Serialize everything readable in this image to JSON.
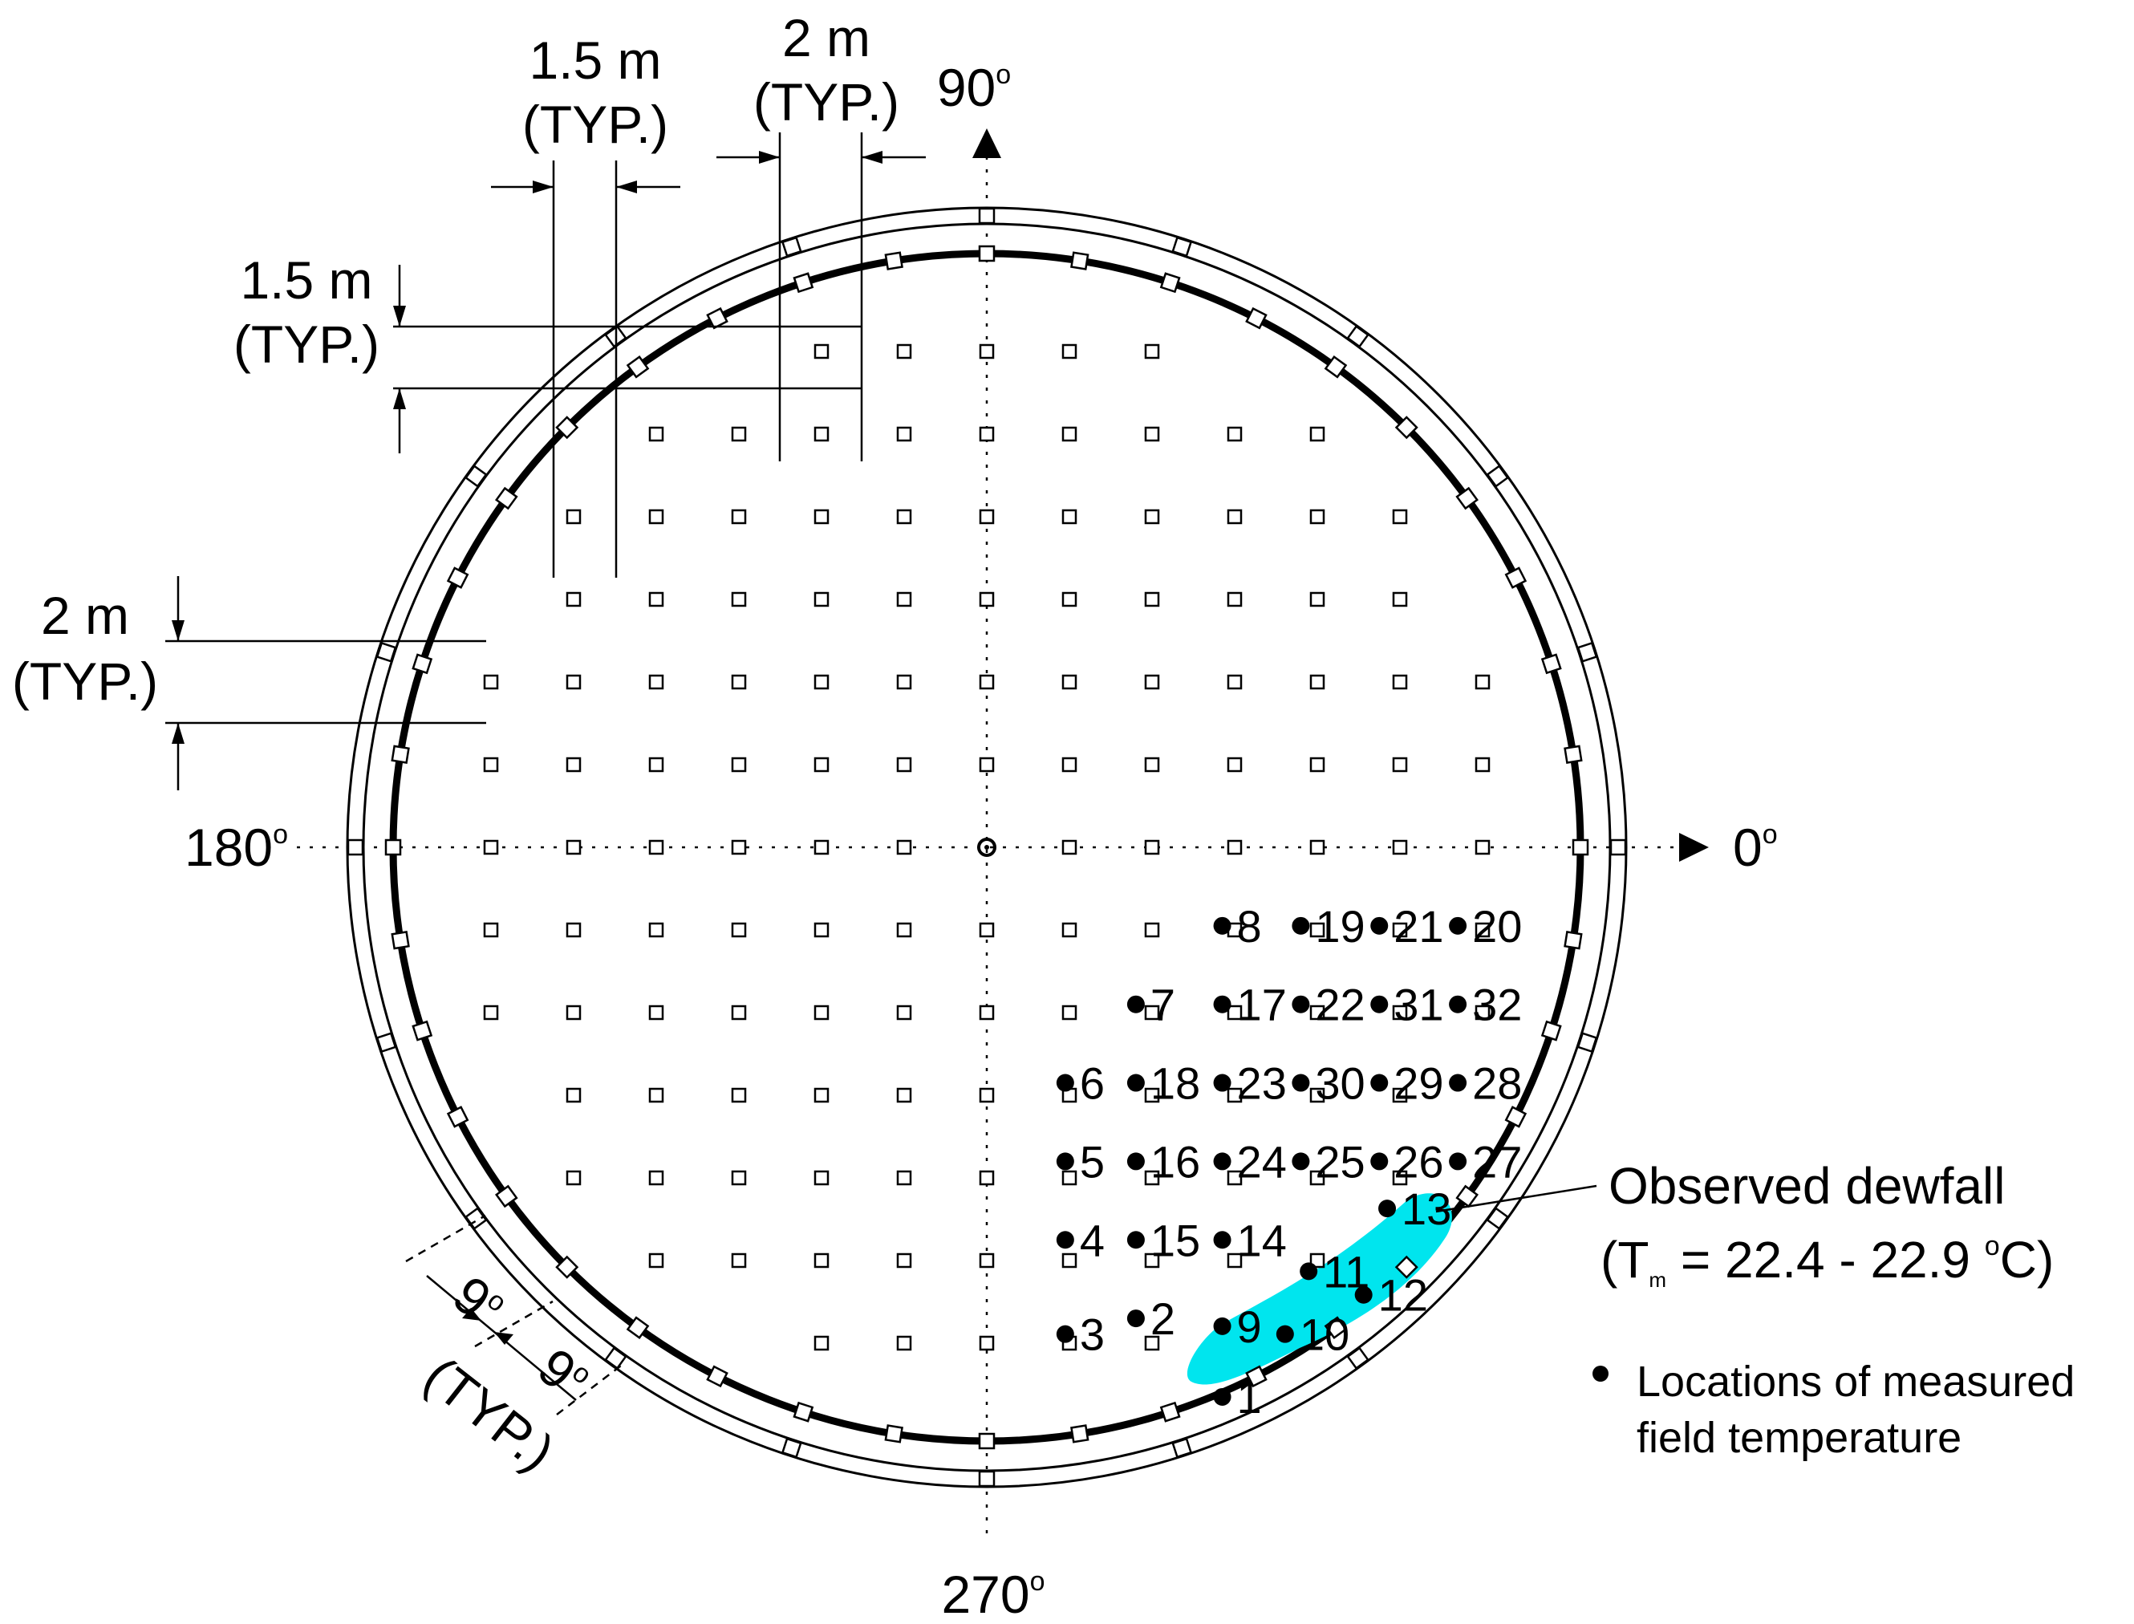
{
  "angles": {
    "deg90": "90",
    "deg0": "0",
    "deg180": "180",
    "deg270": "270",
    "deg_sup": "o"
  },
  "dimensions": {
    "top_small": {
      "value": "1.5 m",
      "typ": "(TYP.)"
    },
    "top_large": {
      "value": "2 m",
      "typ": "(TYP.)"
    },
    "left_small": {
      "value": "1.5 m",
      "typ": "(TYP.)"
    },
    "left_large": {
      "value": "2 m",
      "typ": "(TYP.)"
    },
    "angular": {
      "value1": "9",
      "value2": "9",
      "deg_sup": "o",
      "typ": "(TYP.)"
    }
  },
  "legend": {
    "dewfall_title": "Observed dewfall",
    "dewfall_paren_open": "(T",
    "dewfall_subscript": "m",
    "dewfall_range": " = 22.4 - 22.9 ",
    "dewfall_deg_sup": "o",
    "dewfall_unit": "C)",
    "points_line1": "Locations of measured",
    "points_line2": "field temperature"
  },
  "colors": {
    "dewfall_fill": "#00e5ee",
    "line": "#000000"
  },
  "measurement_points": [
    {
      "label": "1",
      "east_m": 3.0,
      "north_m": -7.0
    },
    {
      "label": "2",
      "east_m": 1.9,
      "north_m": -6.0
    },
    {
      "label": "3",
      "east_m": 1.0,
      "north_m": -6.2
    },
    {
      "label": "4",
      "east_m": 1.0,
      "north_m": -5.0
    },
    {
      "label": "5",
      "east_m": 1.0,
      "north_m": -4.0
    },
    {
      "label": "6",
      "east_m": 1.0,
      "north_m": -3.0
    },
    {
      "label": "7",
      "east_m": 1.9,
      "north_m": -2.0
    },
    {
      "label": "8",
      "east_m": 3.0,
      "north_m": -1.0
    },
    {
      "label": "9",
      "east_m": 3.0,
      "north_m": -6.1
    },
    {
      "label": "10",
      "east_m": 3.8,
      "north_m": -6.2
    },
    {
      "label": "11",
      "east_m": 4.1,
      "north_m": -5.4
    },
    {
      "label": "12",
      "east_m": 4.8,
      "north_m": -5.7
    },
    {
      "label": "13",
      "east_m": 5.1,
      "north_m": -4.6
    },
    {
      "label": "14",
      "east_m": 3.0,
      "north_m": -5.0
    },
    {
      "label": "15",
      "east_m": 1.9,
      "north_m": -5.0
    },
    {
      "label": "16",
      "east_m": 1.9,
      "north_m": -4.0
    },
    {
      "label": "17",
      "east_m": 3.0,
      "north_m": -2.0
    },
    {
      "label": "18",
      "east_m": 1.9,
      "north_m": -3.0
    },
    {
      "label": "19",
      "east_m": 4.0,
      "north_m": -1.0
    },
    {
      "label": "20",
      "east_m": 6.0,
      "north_m": -1.0
    },
    {
      "label": "21",
      "east_m": 5.0,
      "north_m": -1.0
    },
    {
      "label": "22",
      "east_m": 4.0,
      "north_m": -2.0
    },
    {
      "label": "23",
      "east_m": 3.0,
      "north_m": -3.0
    },
    {
      "label": "24",
      "east_m": 3.0,
      "north_m": -4.0
    },
    {
      "label": "25",
      "east_m": 4.0,
      "north_m": -4.0
    },
    {
      "label": "26",
      "east_m": 5.0,
      "north_m": -4.0
    },
    {
      "label": "27",
      "east_m": 6.0,
      "north_m": -4.0
    },
    {
      "label": "28",
      "east_m": 6.0,
      "north_m": -3.0
    },
    {
      "label": "29",
      "east_m": 5.0,
      "north_m": -3.0
    },
    {
      "label": "30",
      "east_m": 4.0,
      "north_m": -3.0
    },
    {
      "label": "31",
      "east_m": 5.0,
      "north_m": -2.0
    },
    {
      "label": "32",
      "east_m": 6.0,
      "north_m": -2.0
    }
  ]
}
